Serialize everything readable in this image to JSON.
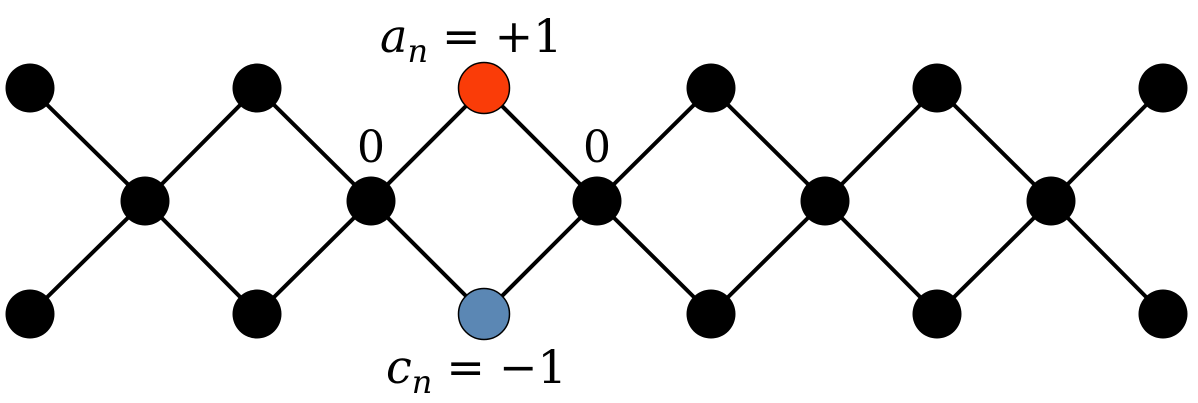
{
  "diagram": {
    "colors": {
      "background": "#ffffff",
      "edge": "#000000",
      "node": "#000000",
      "site_a": "#fa3c08",
      "site_c": "#5b87b4",
      "outline": "#000000"
    },
    "top_site_label": {
      "symbol": "a",
      "subscript": "n",
      "relation": "=",
      "value": "+1"
    },
    "bottom_site_label": {
      "symbol": "c",
      "subscript": "n",
      "relation": "=",
      "value": "−1"
    },
    "zero_labels": [
      "0",
      "0"
    ]
  }
}
